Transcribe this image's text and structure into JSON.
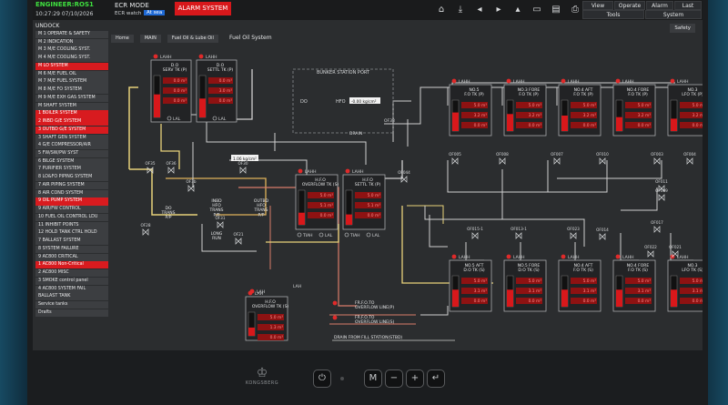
{
  "topbar": {
    "engineer_label": "ENGINEER:ROS1",
    "datetime": "10:27:29 07/10/2026",
    "mode_label": "ECR MODE",
    "ecr_watch_label": "ECR watch",
    "at_sea_label": "At sea",
    "alarm_label": "ALARM SYSTEM",
    "menus": [
      "View",
      "Operate",
      "Alarm",
      "Last",
      "Tools",
      "System"
    ]
  },
  "nav": {
    "unlock_label": "UNDOCK",
    "items": [
      {
        "label": "M 1 OPERATE & SAFETY",
        "state": "normal"
      },
      {
        "label": "M 2 INDICATION",
        "state": "normal"
      },
      {
        "label": "M 3 M/E COOLING SYST.",
        "state": "normal"
      },
      {
        "label": "M 4 M/E COOLING SYST.",
        "state": "normal"
      },
      {
        "label": "M LO SYSTEM",
        "state": "alarm"
      },
      {
        "label": "M 6 M/E FUEL OIL",
        "state": "normal"
      },
      {
        "label": "M 7 M/E FUEL SYSTEM",
        "state": "normal"
      },
      {
        "label": "M 8 M/E FO SYSTEM",
        "state": "normal"
      },
      {
        "label": "M 9 M/E EXH GAS SYSTEM",
        "state": "normal"
      },
      {
        "label": "M SHAFT SYSTEM",
        "state": "normal"
      },
      {
        "label": "1 BOILER SYSTEM",
        "state": "alarm"
      },
      {
        "label": "2 INBD G/E SYSTEM",
        "state": "alarm"
      },
      {
        "label": "3 OUTBD G/E SYSTEM",
        "state": "alarm"
      },
      {
        "label": "3 SHAFT GEN SYSTEM",
        "state": "normal"
      },
      {
        "label": "4 G/E COMPRESSOR/AIR",
        "state": "normal"
      },
      {
        "label": "5 FW/SW/PW SYST",
        "state": "normal"
      },
      {
        "label": "6 BILGE SYSTEM",
        "state": "normal"
      },
      {
        "label": "7 PURIFIER SYSTEM",
        "state": "normal"
      },
      {
        "label": "8 LO&FO PIPING SYSTEM",
        "state": "normal"
      },
      {
        "label": "7 AIR PIPING SYSTEM",
        "state": "normal"
      },
      {
        "label": "8 AIR COND SYSTEM",
        "state": "normal"
      },
      {
        "label": "9 OIL PUMP SYSTEM",
        "state": "alarm"
      },
      {
        "label": "9 AIR/FW CONTROL",
        "state": "normal"
      },
      {
        "label": "10 FUEL OIL CONTROL LDU",
        "state": "normal"
      },
      {
        "label": "11 INHIBIT POINTS",
        "state": "normal"
      },
      {
        "label": "12 HOLD TANK CTRL HOLD",
        "state": "normal"
      },
      {
        "label": "7 BALLAST SYSTEM",
        "state": "normal"
      },
      {
        "label": "8 SYSTEM FAILURE",
        "state": "normal"
      },
      {
        "label": "9 AC800 CRITICAL",
        "state": "normal"
      },
      {
        "label": "1 AC800 Non-Critical",
        "state": "alarm"
      },
      {
        "label": "2 AC800 MISC",
        "state": "normal"
      },
      {
        "label": "3 SMOKE control panel",
        "state": "normal"
      },
      {
        "label": "4 AC800 SYSTEM FAIL",
        "state": "normal"
      },
      {
        "label": "BALLAST TANK",
        "state": "normal"
      },
      {
        "label": "Service tanks",
        "state": "normal"
      },
      {
        "label": "Drafts",
        "state": "normal"
      }
    ]
  },
  "breadcrumb": [
    "Home",
    "MAIN",
    "Fuel Oil & Lube Oil"
  ],
  "page_title": "Fuel Oil System",
  "safety_label": "Safety",
  "bunker": {
    "title": "BUNKER STATION PORT",
    "do_label": "DO",
    "hfo_label": "HFO",
    "pressure": "-0.00 kg/cm²",
    "drain_label": "DRAIN",
    "valve": "OF38"
  },
  "tanks_top_left": [
    {
      "name": "D.O\nSERV TK (P)",
      "alarm": "LAHH",
      "low": "LAL",
      "v1": "0.0 m³",
      "v2": "0.0 m³",
      "v3": "0.0 m³",
      "level": 0.55
    },
    {
      "name": "D.O\nSETTL TK (P)",
      "alarm": "LAHH",
      "low": "LAL",
      "v1": "0.0 m³",
      "v2": "3.0 m³",
      "v3": "0.0 m³",
      "level": 0.45
    }
  ],
  "tanks_mid": [
    {
      "name": "H.F.O\nOVERFLOW TK (S)",
      "alarm": "LAHH",
      "v1": "5.0 m³",
      "v2": "5.1 m³",
      "v3": "0.0 m³",
      "level": 0.35,
      "flags": [
        "TIAH",
        "LAL"
      ]
    },
    {
      "name": "H.F.O\nSETTL TK (P)",
      "alarm": "LAHH",
      "v1": "5.0 m³",
      "v2": "5.1 m³",
      "v3": "0.0 m³",
      "level": 0.3,
      "flags": [
        "TIAH",
        "LAL"
      ]
    }
  ],
  "tanks_upper_right": [
    {
      "name": "NO.5\nF.O TK (P)",
      "alarm": "LAHH",
      "v1": "5.0 m³",
      "v2": "3.2 m³",
      "v3": "0.0 m³",
      "level": 0.6
    },
    {
      "name": "NO.3 FORE\nF.O TK (P)",
      "alarm": "LAHH",
      "v1": "5.0 m³",
      "v2": "3.2 m³",
      "v3": "0.0 m³",
      "level": 0.55
    },
    {
      "name": "NO.4 AFT\nF.O TK (P)",
      "alarm": "LAHH",
      "v1": "5.0 m³",
      "v2": "3.2 m³",
      "v3": "0.0 m³",
      "level": 0.5
    },
    {
      "name": "NO.4 FORE\nF.O TK (P)",
      "alarm": "LAHH",
      "v1": "5.0 m³",
      "v2": "3.2 m³",
      "v3": "0.0 m³",
      "level": 0.45
    },
    {
      "name": "NO.3\nLFO TK (P)",
      "alarm": "LAHH",
      "v1": "5.0 m³",
      "v2": "3.2 m³",
      "v3": "0.0 m³",
      "level": 0.4
    }
  ],
  "tanks_lower_right": [
    {
      "name": "NO.5 AFT\nD.O TK (S)",
      "alarm": "LAHH",
      "v1": "5.0 m³",
      "v2": "3.1 m³",
      "v3": "0.0 m³",
      "level": 0.55
    },
    {
      "name": "NO.5 FORE\nD.O TK (S)",
      "alarm": "LAHH",
      "v1": "5.0 m³",
      "v2": "3.1 m³",
      "v3": "0.0 m³",
      "level": 0.55
    },
    {
      "name": "NO.4 AFT\nF.O TK (S)",
      "alarm": "LAHH",
      "v1": "5.0 m³",
      "v2": "3.1 m³",
      "v3": "0.0 m³",
      "level": 0.55
    },
    {
      "name": "NO.4 FORE\nF.O TK (S)",
      "alarm": "LAHH",
      "v1": "5.0 m³",
      "v2": "3.1 m³",
      "v3": "0.0 m³",
      "level": 0.55
    },
    {
      "name": "NO.3\nLFO TK (S)",
      "alarm": "LAHH",
      "v1": "5.0 m³",
      "v2": "3.1 m³",
      "v3": "0.0 m³",
      "level": 0.55
    }
  ],
  "tank_overflow": {
    "name": "H.F.O\nOVERFLOW TK (S)",
    "alarm": "LAH",
    "v1": "5.0 m³",
    "v2": "1.3 m³",
    "v3": "0.0 m³",
    "level": 0.35
  },
  "pumps": {
    "do_trans": "DO\nTRANS\nP/P",
    "inbd_hfo": "INBD\nHFO\nTRANS\nP/P",
    "outbd_hfo": "OUTBD\nHFO\nTRANS\nP/P",
    "long_run": "LONG\nRUN",
    "ind_pressure": "1.06 kg/cm²"
  },
  "overflow_lines": {
    "lah1": "LAH",
    "lah2": "LAH",
    "line_p": "FR.F.O.TO\nOVERFLOW LINE(P)",
    "line_s": "FR.F.O.TO\nOVERFLOW LINE(S)",
    "drain_fill": "DRAIN FROM FILL STATION(STBD)"
  },
  "valves": [
    "OF35",
    "OF36",
    "OF3b",
    "OF30",
    "OF28",
    "OF31",
    "OF21",
    "OF044",
    "OF005",
    "OF008",
    "OF007",
    "OF010",
    "OF003",
    "OF004",
    "OF011",
    "OF009",
    "OF015-1",
    "OF013-1",
    "OF023",
    "OF014",
    "OF017",
    "OF022",
    "OF021"
  ],
  "bottom": {
    "brand": "KONGSBERG",
    "buttons": [
      "⏻",
      "M",
      "−",
      "+",
      "↵"
    ]
  }
}
